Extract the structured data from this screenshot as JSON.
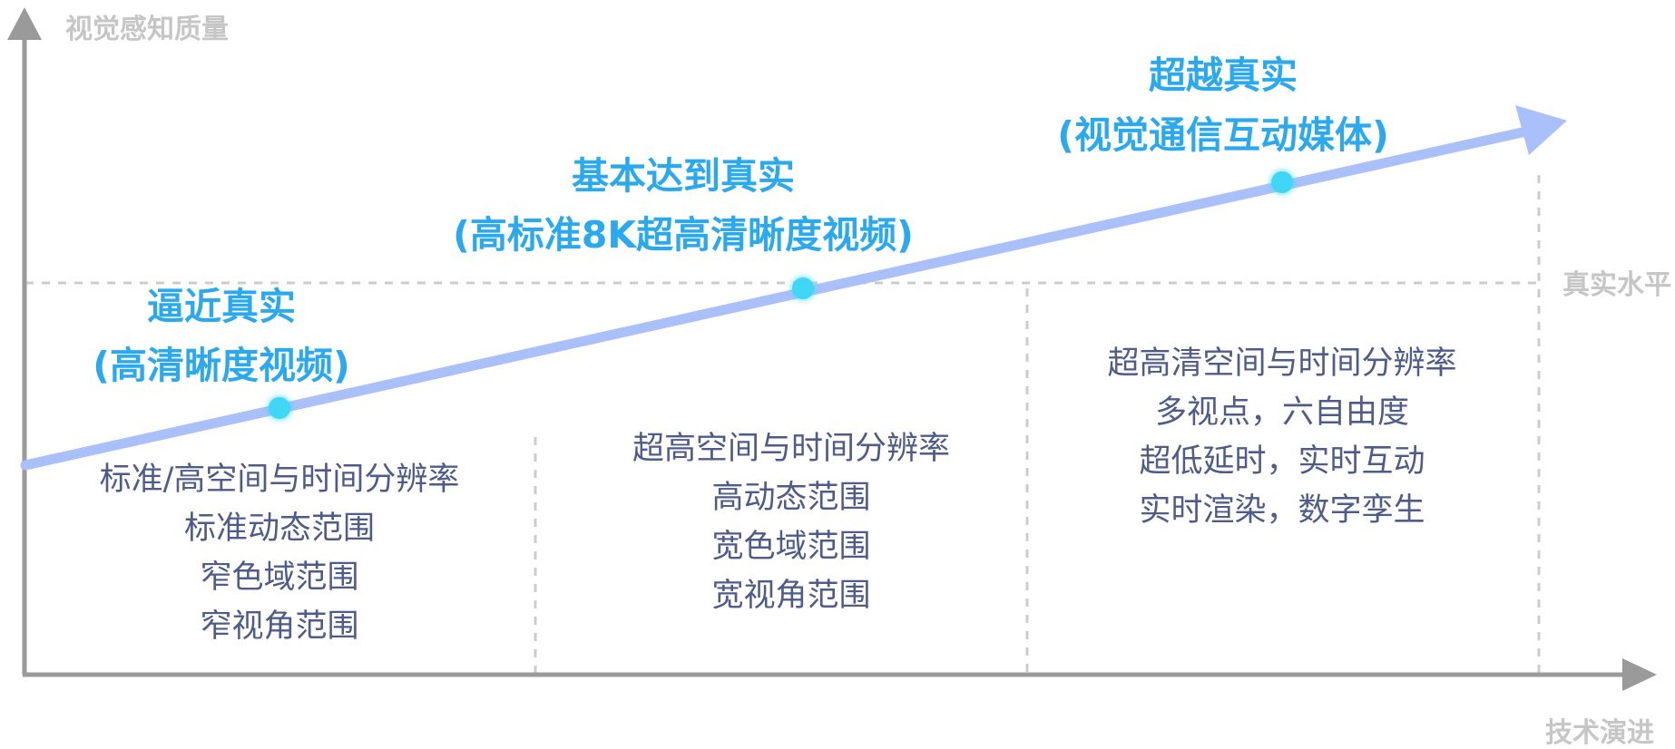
{
  "axes": {
    "y_label": "视觉感知质量",
    "x_label": "技术演进",
    "reference_line_label": "真实水平"
  },
  "stages": [
    {
      "title": "逼近真实",
      "subtitle": "(高清晰度视频)",
      "features": [
        "标准/高空间与时间分辨率",
        "标准动态范围",
        "窄色域范围",
        "窄视角范围"
      ]
    },
    {
      "title": "基本达到真实",
      "subtitle": "(高标准8K超高清晰度视频)",
      "features": [
        "超高空间与时间分辨率",
        "高动态范围",
        "宽色域范围",
        "宽视角范围"
      ]
    },
    {
      "title": "超越真实",
      "subtitle": "(视觉通信互动媒体)",
      "features": [
        "超高清空间与时间分辨率",
        "多视点，六自由度",
        "超低延时，实时互动",
        "实时渲染，数字孪生"
      ]
    }
  ],
  "colors": {
    "axis": "#9a9a9a",
    "trend_arrow": "#a9c0fb",
    "milestone_dot": "#3fd7f7",
    "stage_title": "#2aa9ee",
    "feature_text": "#4f5c8a",
    "muted_label": "#c6c6c6",
    "dashed_line": "#cccccc"
  }
}
